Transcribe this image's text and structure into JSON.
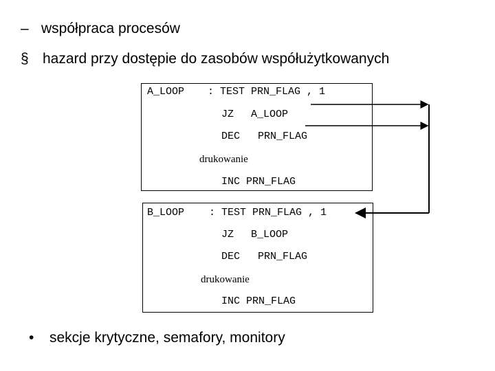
{
  "slide": {
    "line1": {
      "bullet": "–",
      "text": "współpraca procesów"
    },
    "line2": {
      "bullet": "§",
      "text": "hazard przy dostępie do zasobów współużytkowanych"
    },
    "block_a": {
      "label": "A_LOOP",
      "line1": ": TEST PRN_FLAG , 1",
      "line2_op": "JZ",
      "line2_arg": "A_LOOP",
      "line3_op": "DEC",
      "line3_arg": "PRN_FLAG",
      "print_text": "drukowanie",
      "line5": "INC PRN_FLAG"
    },
    "block_b": {
      "label": "B_LOOP",
      "line1": ": TEST PRN_FLAG , 1",
      "line2_op": "JZ",
      "line2_arg": "B_LOOP",
      "line3_op": "DEC",
      "line3_arg": "PRN_FLAG",
      "print_text": "drukowanie",
      "line5": "INC PRN_FLAG"
    },
    "line3": {
      "bullet": "•",
      "text": "sekcje krytyczne, semafory, monitory"
    }
  }
}
